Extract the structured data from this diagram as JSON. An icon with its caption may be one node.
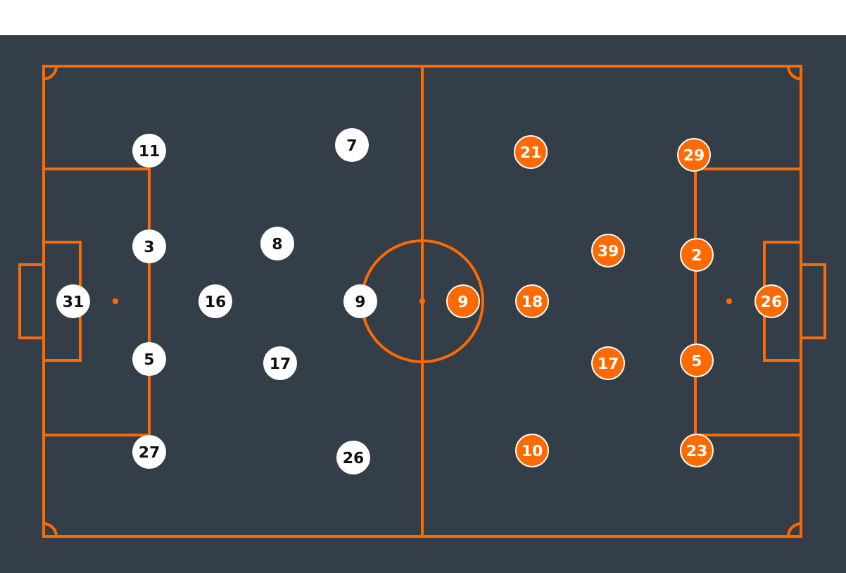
{
  "diagram": {
    "nodes": [
      {
        "text": [
          "7"
        ]
      },
      {
        "text": [
          "11"
        ]
      },
      {
        "text": [
          "8"
        ]
      },
      {
        "text": [
          "3"
        ]
      },
      {
        "text": [
          "31"
        ]
      },
      {
        "text": [
          "16"
        ]
      },
      {
        "text": [
          "9"
        ]
      },
      {
        "text": [
          "5"
        ]
      },
      {
        "text": [
          "17"
        ]
      },
      {
        "text": [
          "27"
        ]
      },
      {
        "text": [
          "26"
        ]
      },
      {
        "text": [
          "21"
        ]
      },
      {
        "text": [
          "29"
        ]
      },
      {
        "text": [
          "39"
        ]
      },
      {
        "text": [
          "2"
        ]
      },
      {
        "text": [
          "9"
        ]
      },
      {
        "text": [
          "18"
        ]
      },
      {
        "text": [
          "26"
        ]
      },
      {
        "text": [
          "5"
        ]
      },
      {
        "text": [
          "17"
        ]
      },
      {
        "text": [
          "10"
        ]
      },
      {
        "text": [
          "23"
        ]
      }
    ]
  }
}
